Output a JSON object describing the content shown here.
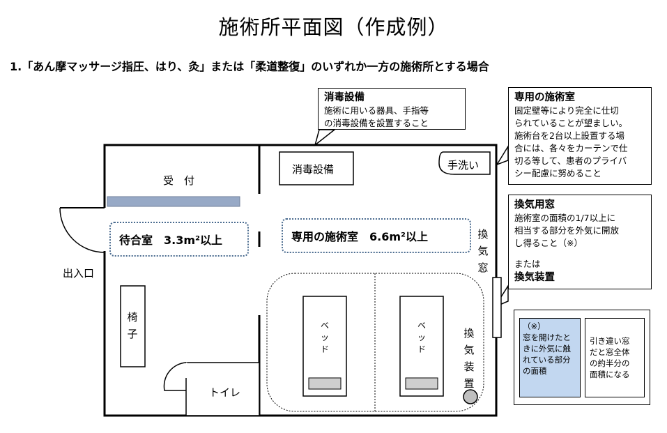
{
  "title": "施術所平面図（作成例）",
  "subtitle": "1.「あん摩マッサージ指圧、はり、灸」または「柔道整復」のいずれか一方の施術所とする場合",
  "callouts": {
    "disinfection": {
      "heading": "消毒設備",
      "body": [
        "施術に用いる器具、手指等",
        "の消毒設備を設置すること"
      ]
    },
    "treatment_room": {
      "heading": "専用の施術室",
      "body": [
        "固定壁等により完全に仕切",
        "られていることが望ましい。",
        "施術台を2台以上設置する場",
        "合には、各々をカーテンで仕",
        "切る等して、患者のプライバ",
        "シー配慮に努めること"
      ]
    },
    "ventilation": {
      "heading": "換気用窓",
      "body": [
        "施術室の面積の1/7以上に",
        "相当する部分を外気に開放",
        "し得ること（※）"
      ],
      "or": "または",
      "heading2": "換気装置"
    },
    "note_blue": [
      "（※）",
      "窓を開けたと",
      "きに外気に触",
      "れている部分",
      "の面積"
    ],
    "note_white": [
      "引き違い窓",
      "だと窓全体",
      "の約半分の",
      "面積になる"
    ]
  },
  "rooms": {
    "reception": "受　付",
    "waiting": "待合室　3.3m²以上",
    "treatment": "専用の施術室　6.6m²以上",
    "disinfection_box": "消毒設備",
    "handwash": "手洗い",
    "entrance": "出入口",
    "chair": [
      "椅",
      "子"
    ],
    "toilet": "トイレ",
    "bed1": [
      "ベ",
      "ッ",
      "ド"
    ],
    "bed2": [
      "ベ",
      "ッ",
      "ド"
    ],
    "window": [
      "換",
      "気",
      "窓"
    ],
    "ventilator": [
      "換",
      "気",
      "装",
      "置"
    ]
  },
  "colors": {
    "counter": "#97a9c6",
    "dotted_border": "#4a6b8f",
    "note_blue_fill": "#c2d7f0",
    "ventilator_fill": "#bfbfbf",
    "bed_pillow_fill": "#cfcfcf"
  }
}
